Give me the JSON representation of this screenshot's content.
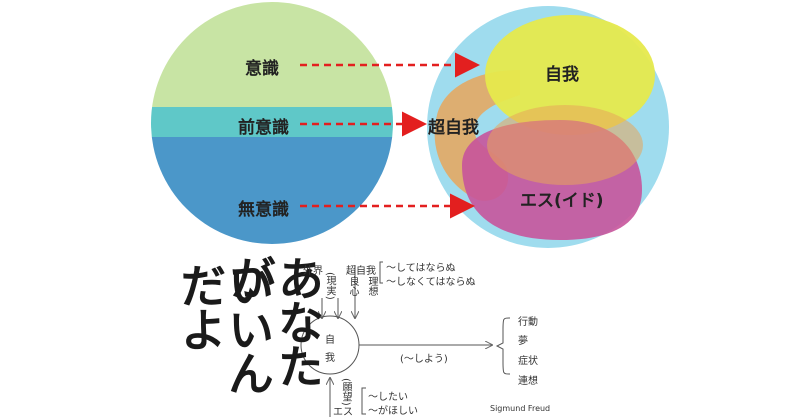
{
  "colors": {
    "conscious": "#c8e4a4",
    "preconscious": "#5fc8c8",
    "unconscious": "#4b97c9",
    "outer": "#9fdcee",
    "ego": "#e6e94c",
    "superego": "#e7a65a",
    "id": "#c7549b",
    "arrow": "#e31f1f"
  },
  "left_circle": {
    "conscious_label": "意識",
    "preconscious_label": "前意識",
    "unconscious_label": "無意識"
  },
  "right_circle": {
    "ego_label": "自我",
    "superego_label": "超自我",
    "id_label": "エス(イド)"
  },
  "calligraphy": {
    "col1": "あなたが",
    "col2": "いいんだよ"
  },
  "freud_diagram": {
    "outer_world": "外界",
    "reality": "(現実)",
    "superego": "超自我",
    "conscience": "良心",
    "ideal": "理想",
    "must_not": "〜してはならぬ",
    "must": "〜しなくてはならぬ",
    "ego_char1": "自",
    "ego_char2": "我",
    "shall": "(〜しよう)",
    "outputs": [
      "行動",
      "夢",
      "症状",
      "連想"
    ],
    "desire": "(願望)",
    "es": "エス",
    "want_to": "〜したい",
    "want": "〜がほしい",
    "credit": "Sigmund Freud"
  }
}
